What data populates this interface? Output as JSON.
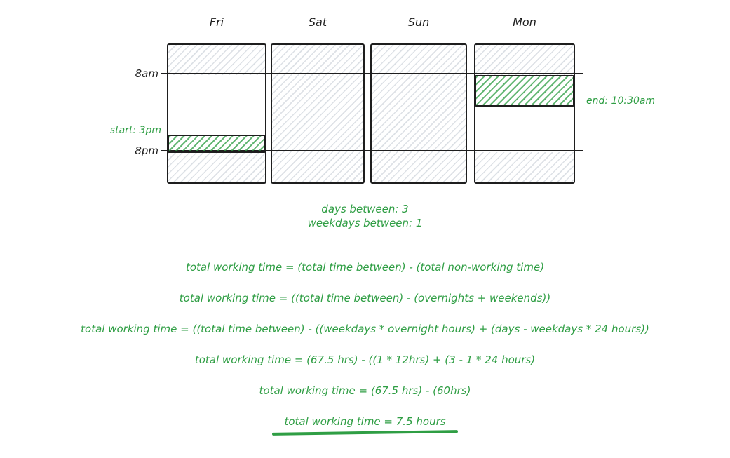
{
  "diagram": {
    "day_labels": [
      "Fri",
      "Sat",
      "Sun",
      "Mon"
    ],
    "time_labels": {
      "morning": "8am",
      "evening": "8pm"
    },
    "start_label": "start: 3pm",
    "end_label": "end: 10:30am"
  },
  "summary": {
    "days_between": "days between: 3",
    "weekdays_between": "weekdays between: 1"
  },
  "equations": [
    "total working time = (total time between) - (total non-working time)",
    "total working time = ((total time between) - (overnights + weekends))",
    "total working time = ((total time between) - ((weekdays * overnight hours) + (days - weekdays * 24 hours))",
    "total working time = (67.5 hrs) - ((1 * 12hrs) + (3 - 1 * 24 hours)",
    "total working time = (67.5 hrs) - (60hrs)",
    "total working time = 7.5 hours"
  ],
  "colors": {
    "accent_green": "#2f9e44",
    "stroke": "#1e1e1e",
    "hatch_gray": "#dde1e6"
  }
}
